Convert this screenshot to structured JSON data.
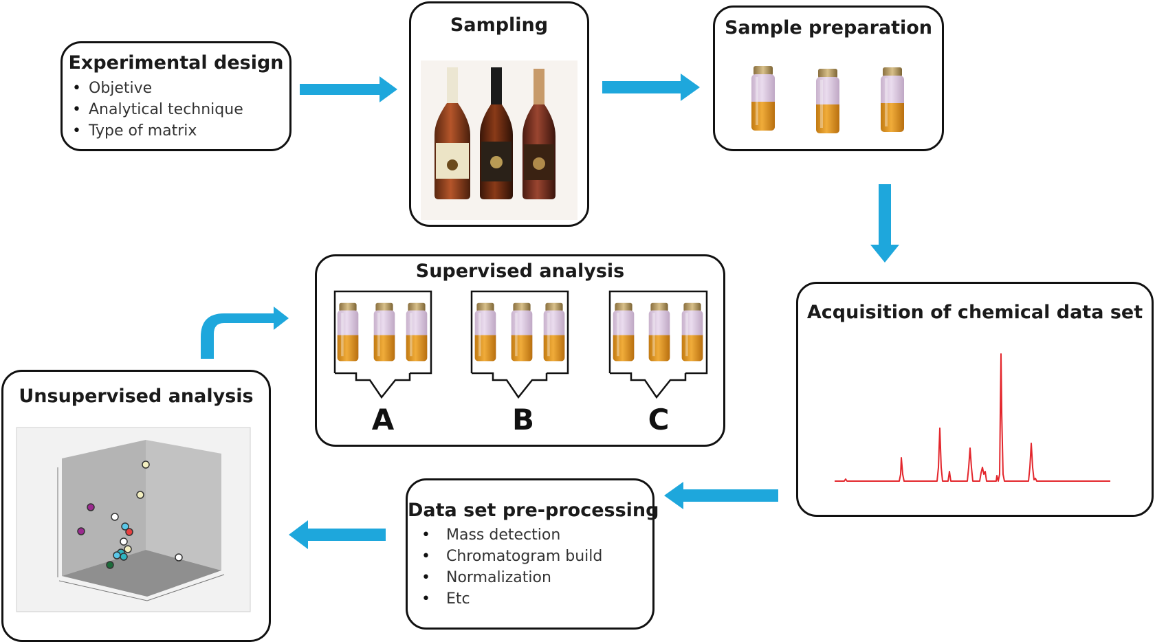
{
  "colors": {
    "arrow": "#1ea7dc",
    "chromatogram": "#e3262c",
    "box_border": "#111111",
    "vial_glass": "#d7c3da",
    "vial_liquid": "#d9901e",
    "vial_cap": "#b89a5c"
  },
  "experimental_design": {
    "title": "Experimental design",
    "items": [
      "Objetive",
      "Analytical technique",
      "Type of matrix"
    ]
  },
  "sampling": {
    "title": "Sampling"
  },
  "sample_preparation": {
    "title": "Sample preparation"
  },
  "acquisition": {
    "title": "Acquisition of chemical data set"
  },
  "preprocessing": {
    "title": "Data set pre-processing",
    "items": [
      "Mass detection",
      "Chromatogram build",
      "Normalization",
      "Etc"
    ]
  },
  "unsupervised": {
    "title": "Unsupervised analysis"
  },
  "supervised": {
    "title": "Supervised analysis",
    "groups": [
      "A",
      "B",
      "C"
    ]
  }
}
